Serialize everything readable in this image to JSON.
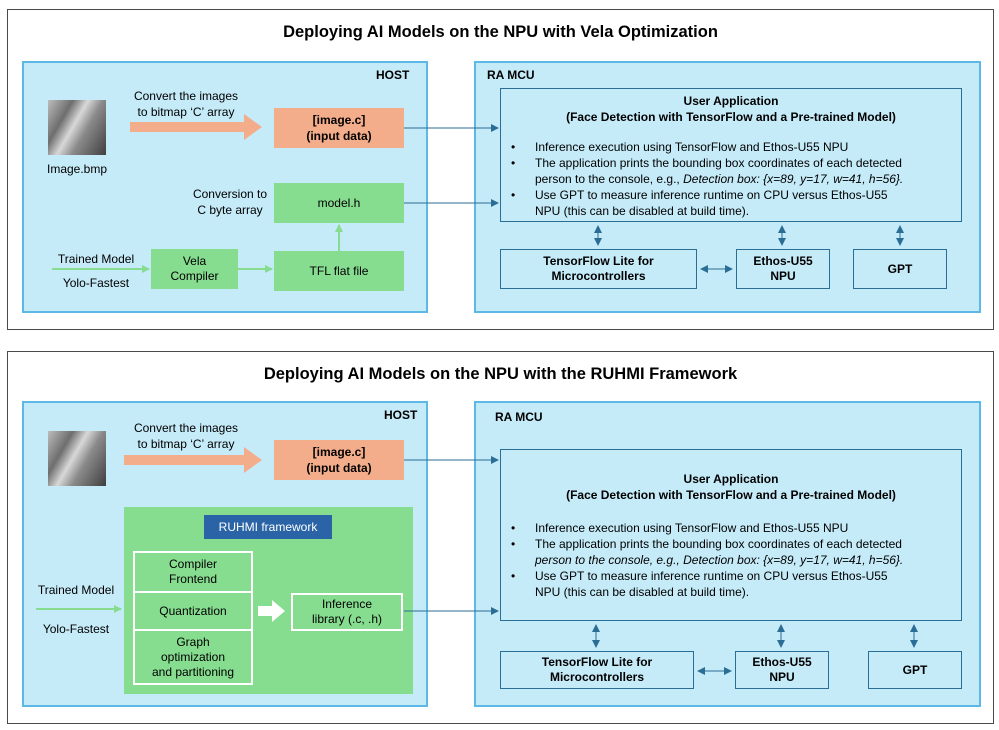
{
  "top": {
    "title": "Deploying AI Models on the NPU with Vela Optimization",
    "host": {
      "label": "HOST",
      "image_caption": "Image.bmp",
      "convert_text": "Convert the images\nto bitmap ‘C’ array",
      "image_c": "[image.c]\n(input data)",
      "conversion_text": "Conversion to\nC byte array",
      "model_h": "model.h",
      "trained_model": "Trained Model",
      "yolo": "Yolo-Fastest",
      "vela": "Vela\nCompiler",
      "tfl": "TFL flat file"
    },
    "mcu": {
      "label": "RA MCU",
      "app_title": "User Application",
      "app_subtitle": "(Face Detection with TensorFlow and a Pre-trained Model)",
      "bullet1": "Inference execution using TensorFlow and Ethos-U55 NPU",
      "bullet2_line1": "The application prints the bounding box coordinates of each detected",
      "bullet2_line2a": "person to the console, e.g., ",
      "bullet2_line2b": "Detection box: {x=89, y=17, w=41, h=56}.",
      "bullet3": "Use GPT to measure inference runtime on CPU versus Ethos-U55\nNPU (this can be disabled at build time).",
      "tflm": "TensorFlow Lite for\nMicrocontrollers",
      "ethos": "Ethos-U55\nNPU",
      "gpt": "GPT"
    }
  },
  "bottom": {
    "title": "Deploying AI Models on the NPU with the RUHMI Framework",
    "host": {
      "label": "HOST",
      "convert_text": "Convert the images\nto bitmap ‘C’ array",
      "image_c": "[image.c]\n(input data)",
      "trained_model": "Trained Model",
      "yolo": "Yolo-Fastest",
      "ruhmi": "RUHMI framework",
      "frontend": "Compiler\nFrontend",
      "quant": "Quantization",
      "graph": "Graph\noptimization\nand partitioning",
      "inference": "Inference\nlibrary (.c, .h)"
    },
    "mcu": {
      "label": "RA MCU",
      "app_title": "User Application",
      "app_subtitle": "(Face Detection with TensorFlow and a Pre-trained Model)",
      "bullet1": "Inference execution using TensorFlow and Ethos-U55 NPU",
      "bullet2_line1": "The application prints the bounding box coordinates of each detected",
      "bullet2_line2a": "person to the console, e.g., ",
      "bullet2_line2b": "Detection box: {x=89, y=17, w=41, h=56}.",
      "bullet3": "Use GPT to measure inference runtime on CPU versus Ethos-U55\nNPU (this can be disabled at build time).",
      "tflm": "TensorFlow Lite for\nMicrocontrollers",
      "ethos": "Ethos-U55\nNPU",
      "gpt": "GPT"
    }
  },
  "colors": {
    "blue_fill": "#c5eaf8",
    "blue_border": "#5cb8e4",
    "orange": "#f4ad8a",
    "green": "#86dc8f",
    "ruhmi_label": "#2a64a6",
    "connector": "#2b6e95"
  }
}
